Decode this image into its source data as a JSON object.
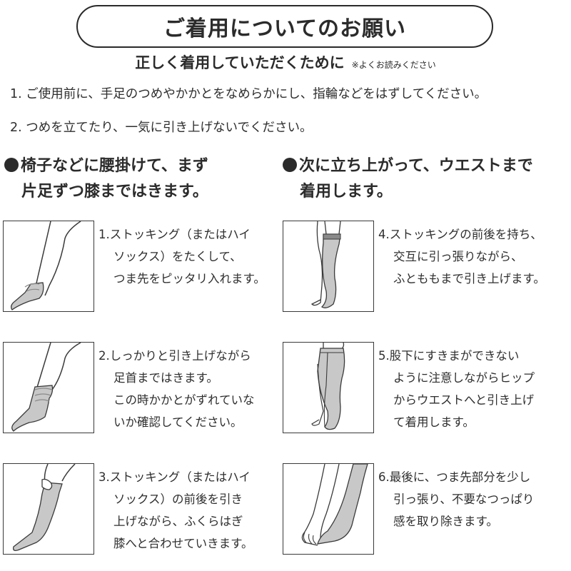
{
  "header": {
    "title": "ご着用についてのお願い",
    "subtitle": "正しく着用していただくために",
    "subtitle_note": "※よくお読みください"
  },
  "rules": [
    "1. ご使用前に、手足のつめやかかとをなめらかにし、指輪などをはずしてください。",
    "2. つめを立てたり、一気に引き上げないでください。"
  ],
  "sections": {
    "left": {
      "line1": "椅子などに腰掛けて、まず",
      "line2": "片足ずつ膝まではきます。"
    },
    "right": {
      "line1": "次に立ち上がって、ウエストまで",
      "line2": "着用します。"
    }
  },
  "steps": [
    {
      "num": "1.",
      "lines": [
        "ストッキング（またはハイ",
        "ソックス）をたくして、",
        "つま先をピッタリ入れます。"
      ],
      "illustration": "foot-bunched-stocking-icon"
    },
    {
      "num": "2.",
      "lines": [
        "しっかりと引き上げながら",
        "足首まではきます。",
        "この時かかとがずれていな",
        "いか確認してください。"
      ],
      "illustration": "ankle-stocking-icon"
    },
    {
      "num": "3.",
      "lines": [
        "ストッキング（またはハイ",
        "ソックス）の前後を引き",
        "上げながら、ふくらはぎ",
        "膝へと合わせていきます。"
      ],
      "illustration": "knee-high-pull-icon"
    },
    {
      "num": "4.",
      "lines": [
        "ストッキングの前後を持ち、",
        "交互に引っ張りながら、",
        "ふとももまで引き上げます。"
      ],
      "illustration": "thigh-stocking-icon"
    },
    {
      "num": "5.",
      "lines": [
        "股下にすきまができない",
        "ように注意しながらヒップ",
        "からウエストへと引き上げ",
        "て着用します。"
      ],
      "illustration": "waist-pantyhose-icon"
    },
    {
      "num": "6.",
      "lines": [
        "最後に、つま先部分を少し",
        "引っ張り、不要なつっぱり",
        "感を取り除きます。"
      ],
      "illustration": "toe-adjust-icon"
    }
  ],
  "colors": {
    "ink": "#2b2b2b",
    "stocking_fill": "#c8c8c8",
    "stocking_dark": "#8a8a8a",
    "background": "#ffffff"
  }
}
